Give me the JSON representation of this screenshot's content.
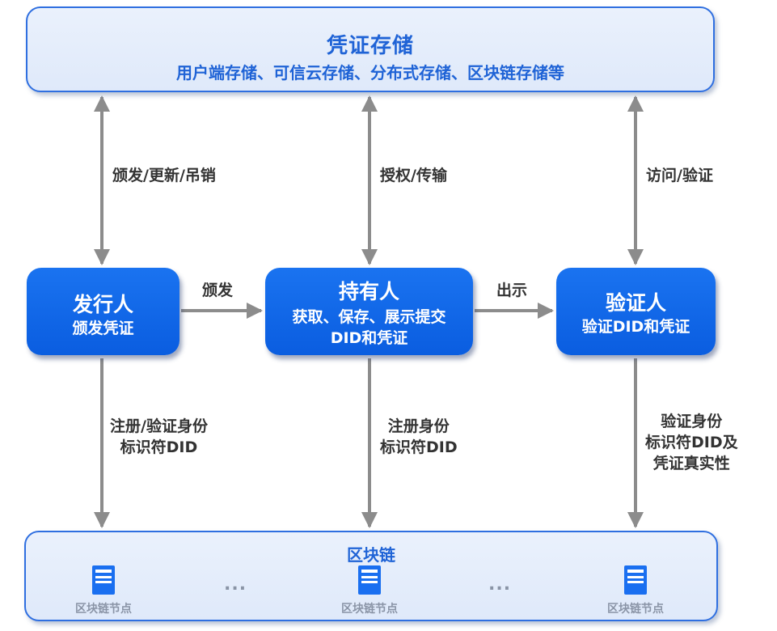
{
  "storage": {
    "title": "凭证存储",
    "subtitle": "用户端存储、可信云存储、分布式存储、区块链存储等"
  },
  "actors": {
    "issuer": {
      "title": "发行人",
      "desc": "颁发凭证"
    },
    "holder": {
      "title": "持有人",
      "desc": "获取、保存、展示提交DID和凭证"
    },
    "verifier": {
      "title": "验证人",
      "desc": "验证DID和凭证"
    }
  },
  "edges": {
    "issuer_storage": "颁发/更新/吊销",
    "holder_storage": "授权/传输",
    "verifier_storage": "访问/验证",
    "issuer_holder": "颁发",
    "holder_verifier": "出示",
    "issuer_chain": [
      "注册/验证身份",
      "标识符DID"
    ],
    "holder_chain": [
      "注册身份",
      "标识符DID"
    ],
    "verifier_chain": [
      "验证身份",
      "标识符DID及",
      "凭证真实性"
    ]
  },
  "blockchain": {
    "title": "区块链",
    "nodes": [
      "区块链节点",
      "区块链节点",
      "区块链节点"
    ],
    "ellipsis": "..."
  },
  "colors": {
    "accent": "#0a5de0",
    "panel_border": "#2f6fe0",
    "arrow": "#8c8c8c",
    "icon": "#1a6ff0"
  }
}
